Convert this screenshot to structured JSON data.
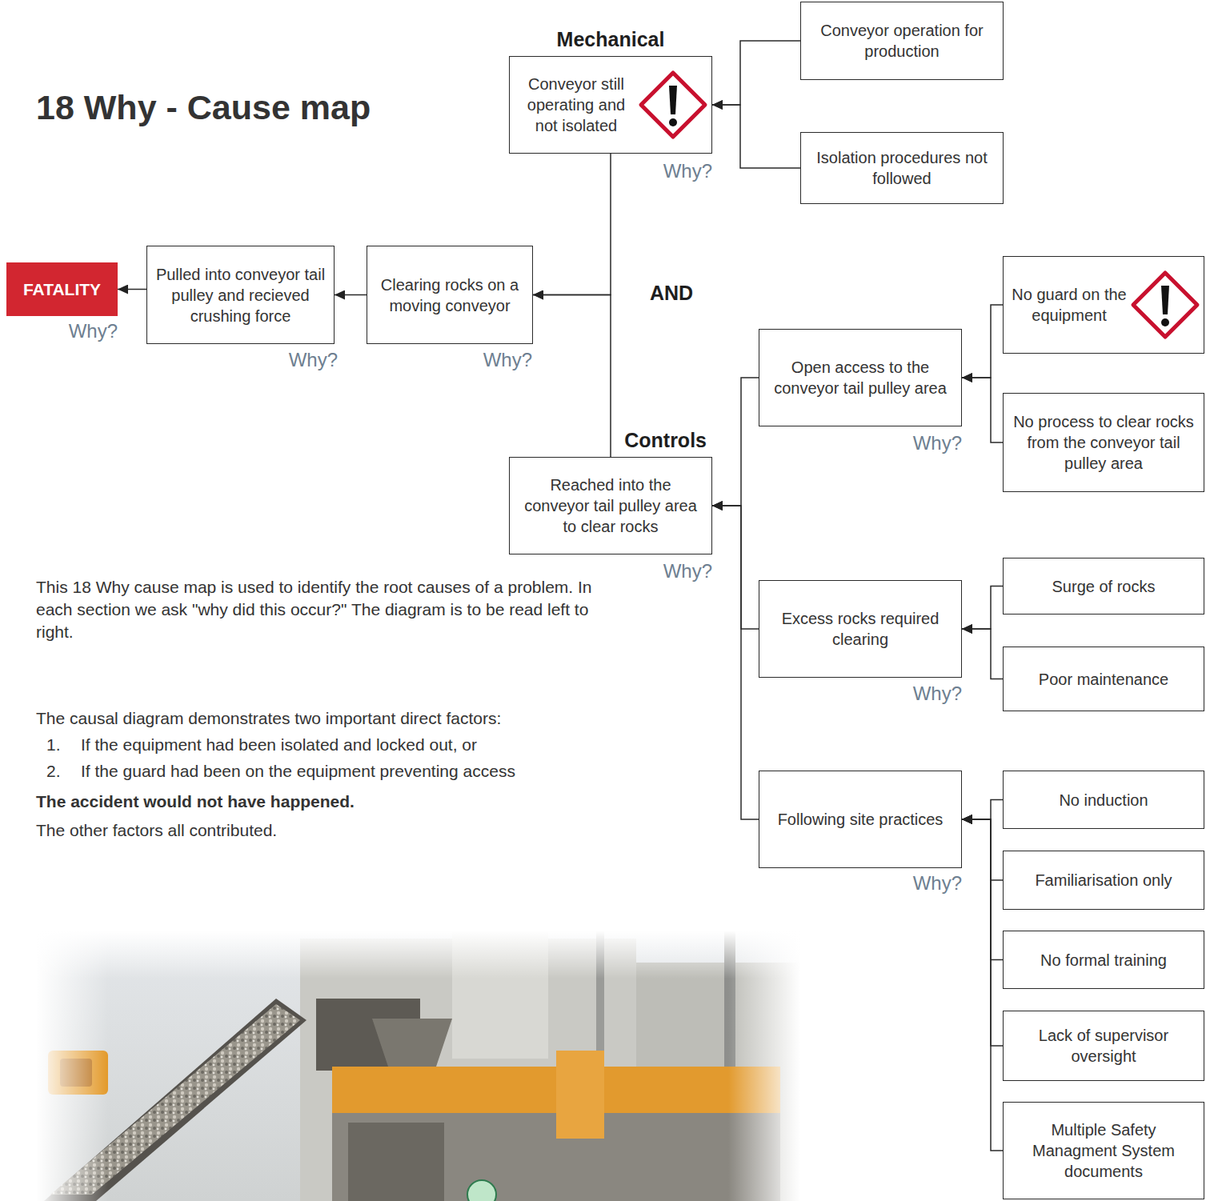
{
  "diagram": {
    "title": "18 Why - Cause map",
    "nodes": [
      {
        "text": [
          "FATALITY"
        ]
      },
      {
        "text": [
          "Pulled into conveyor tail pulley and recieved crushing force"
        ]
      },
      {
        "text": [
          "Clearing rocks on a moving conveyor"
        ]
      },
      {
        "text": [
          "Mechanical",
          "Conveyor still operating and not isolated"
        ]
      },
      {
        "text": [
          "Conveyor operation for production"
        ]
      },
      {
        "text": [
          "Isolation procedures not followed"
        ]
      },
      {
        "text": [
          "Controls",
          "Reached into the conveyor tail pulley area to clear rocks"
        ]
      },
      {
        "text": [
          "Open access to the conveyor tail pulley area"
        ]
      },
      {
        "text": [
          "No guard on the equipment"
        ]
      },
      {
        "text": [
          "No process to clear rocks from the conveyor tail pulley area"
        ]
      },
      {
        "text": [
          "Excess rocks required clearing"
        ]
      },
      {
        "text": [
          "Surge of rocks"
        ]
      },
      {
        "text": [
          "Poor maintenance"
        ]
      },
      {
        "text": [
          "Following site practices"
        ]
      },
      {
        "text": [
          "No induction"
        ]
      },
      {
        "text": [
          "Familiarisation only"
        ]
      },
      {
        "text": [
          "No formal training"
        ]
      },
      {
        "text": [
          "Lack of supervisor oversight"
        ]
      },
      {
        "text": [
          "Multiple Safety Managment System documents"
        ]
      }
    ],
    "edges": [
      {
        "from": 1,
        "to": 0,
        "arrow": "to"
      },
      {
        "from": 2,
        "to": 1,
        "arrow": "to"
      },
      {
        "from": 3,
        "to": 2,
        "arrow": "to"
      },
      {
        "from": 6,
        "to": 2,
        "arrow": "to"
      },
      {
        "from": 4,
        "to": 3,
        "arrow": "to"
      },
      {
        "from": 5,
        "to": 3,
        "arrow": "to"
      },
      {
        "from": 7,
        "to": 6,
        "arrow": "to"
      },
      {
        "from": 10,
        "to": 6,
        "arrow": "to"
      },
      {
        "from": 13,
        "to": 6,
        "arrow": "to"
      },
      {
        "from": 8,
        "to": 7,
        "arrow": "to"
      },
      {
        "from": 9,
        "to": 7,
        "arrow": "to"
      },
      {
        "from": 11,
        "to": 10,
        "arrow": "to"
      },
      {
        "from": 12,
        "to": 10,
        "arrow": "to"
      },
      {
        "from": 14,
        "to": 13,
        "arrow": "to"
      },
      {
        "from": 15,
        "to": 13,
        "arrow": "to"
      },
      {
        "from": 16,
        "to": 13,
        "arrow": "to"
      },
      {
        "from": 17,
        "to": 13,
        "arrow": "to"
      },
      {
        "from": 18,
        "to": 13,
        "arrow": "to"
      }
    ],
    "labels": [
      "AND",
      "Why?",
      "Why?",
      "Why?",
      "Why?",
      "Why?",
      "Why?",
      "Why?",
      "Why?",
      "This 18 Why cause map is used to identify the root causes of a problem. In each section we ask \"why did this occur?\" The diagram is to be read left to right.",
      "The causal diagram demonstrates two important direct factors:",
      "1.",
      "If the equipment had been isolated and locked out, or",
      "2.",
      "If the guard had been on the equipment preventing access",
      "The accident would not have happened.",
      "The other factors all contributed."
    ]
  }
}
